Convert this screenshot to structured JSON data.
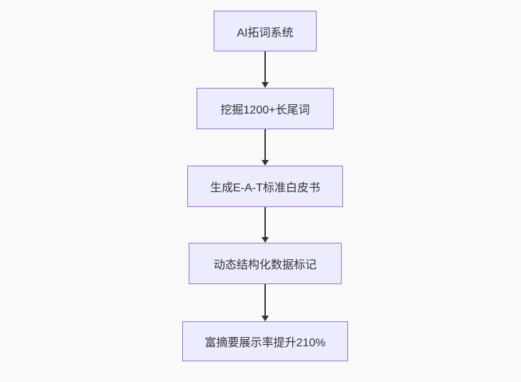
{
  "diagram": {
    "type": "flowchart",
    "direction": "top-down",
    "nodes": [
      {
        "id": "A",
        "label": "AI拓词系统"
      },
      {
        "id": "B",
        "label": "挖掘1200+长尾词"
      },
      {
        "id": "C",
        "label": "生成E-A-T标准白皮书"
      },
      {
        "id": "D",
        "label": "动态结构化数据标记"
      },
      {
        "id": "E",
        "label": "富摘要展示率提升210%"
      }
    ],
    "edges": [
      {
        "from": "A",
        "to": "B"
      },
      {
        "from": "B",
        "to": "C"
      },
      {
        "from": "C",
        "to": "D"
      },
      {
        "from": "D",
        "to": "E"
      }
    ],
    "colors": {
      "node_fill": "#ECECFF",
      "node_border": "#9370DB",
      "edge": "#333333",
      "text": "#333333",
      "background": "#F9F9F9"
    }
  }
}
